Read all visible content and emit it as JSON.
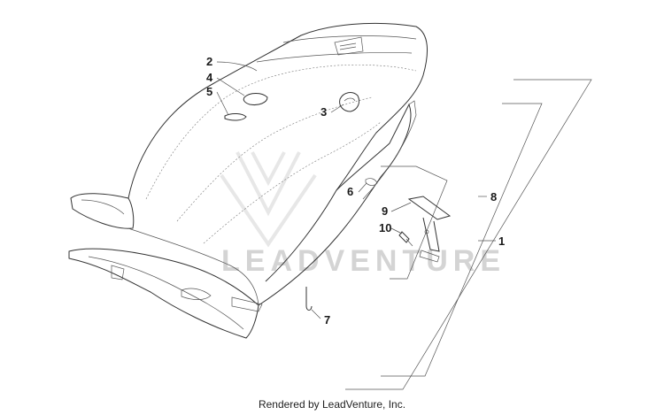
{
  "watermark": {
    "text": "LEADVENTURE"
  },
  "footer": {
    "text": "Rendered by LeadVenture, Inc."
  },
  "callouts": [
    {
      "id": "2",
      "label": "2"
    },
    {
      "id": "4",
      "label": "4"
    },
    {
      "id": "5",
      "label": "5"
    },
    {
      "id": "3",
      "label": "3"
    },
    {
      "id": "6",
      "label": "6"
    },
    {
      "id": "8",
      "label": "8"
    },
    {
      "id": "9",
      "label": "9"
    },
    {
      "id": "10",
      "label": "10"
    },
    {
      "id": "1",
      "label": "1"
    },
    {
      "id": "7",
      "label": "7"
    }
  ]
}
